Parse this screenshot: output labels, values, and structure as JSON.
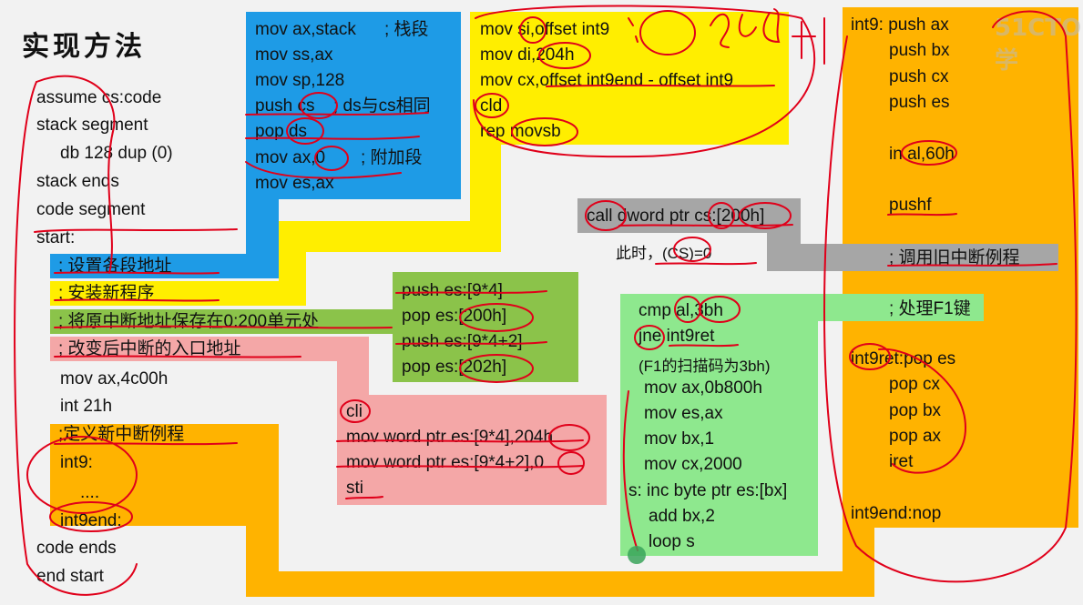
{
  "slide_title": "实现方法",
  "watermark": "51CTO学",
  "main_code": [
    "assume cs:code",
    "stack segment",
    "db 128 dup (0)",
    "stack ends",
    "code segment",
    "start:",
    "mov ax,4c00h",
    "int 21h",
    "int9:",
    "....",
    "int9end:",
    "code ends",
    "end start"
  ],
  "step_labels": {
    "step1": "; 设置各段地址",
    "step2": "; 安装新程序",
    "step3": "; 将原中断地址保存在0:200单元处",
    "step4": "; 改变后中断的入口地址",
    "step5": ";定义新中断例程"
  },
  "blue_block": [
    "mov ax,stack",
    "; 栈段",
    "mov ss,ax",
    "mov sp,128",
    "push cs",
    "; ds与cs相同",
    "pop ds",
    "mov ax,0",
    "; 附加段",
    "mov es,ax"
  ],
  "yellow_block": [
    "mov si,offset int9",
    "mov di,204h",
    "mov cx,offset int9end - offset int9",
    "cld",
    "rep movsb"
  ],
  "green_block": [
    "push es:[9*4]",
    "pop es:[200h]",
    "push es:[9*4+2]",
    "pop es:[202h]"
  ],
  "pink_block": [
    "cli",
    "mov word ptr es:[9*4],204h",
    "mov word ptr es:[9*4+2],0",
    "sti"
  ],
  "call_line": "call dword ptr cs:[200h]",
  "cs_note": "此时，(CS)=0",
  "call_comment": "; 调用旧中断例程",
  "f1_comment": "; 处理F1键",
  "light_green_block": [
    "cmp al,3bh",
    "jne int9ret",
    "(F1的扫描码为3bh)",
    "mov ax,0b800h",
    "mov es,ax",
    "mov bx,1",
    "mov cx,2000",
    "s: inc byte ptr es:[bx]",
    "add bx,2",
    "loop s"
  ],
  "orange_right": [
    "int9: push ax",
    "push bx",
    "push cx",
    "push es",
    "in al,60h",
    "pushf",
    "int9ret:pop es",
    "pop cx",
    "pop bx",
    "pop ax",
    "iret",
    "int9end:nop"
  ],
  "handwriting_note": "0 : 204",
  "colors": {
    "blue": "#1e9be6",
    "yellow": "#ffee00",
    "orange": "#ffb300",
    "green": "#8bc34a",
    "pink": "#f4a7a7",
    "lightgreen": "#8ee88e",
    "gray": "#a6a6a6",
    "ink": "#e0001a"
  }
}
